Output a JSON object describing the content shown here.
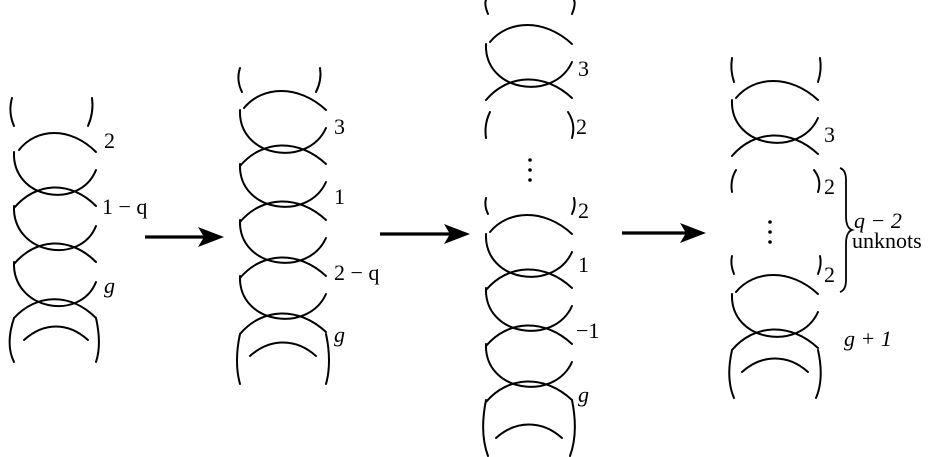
{
  "stages": [
    {
      "name": "stage-1",
      "labels": [
        {
          "id": "s1-2",
          "text": "2",
          "italic": false
        },
        {
          "id": "s1-1q",
          "text": "1 − q",
          "italic": false
        },
        {
          "id": "s1-g",
          "text": "g",
          "italic": true
        }
      ]
    },
    {
      "name": "stage-2",
      "labels": [
        {
          "id": "s2-3",
          "text": "3",
          "italic": false
        },
        {
          "id": "s2-1",
          "text": "1",
          "italic": false
        },
        {
          "id": "s2-2q",
          "text": "2 − q",
          "italic": false
        },
        {
          "id": "s2-g",
          "text": "g",
          "italic": true
        }
      ]
    },
    {
      "name": "stage-3",
      "labels": [
        {
          "id": "s3-3",
          "text": "3",
          "italic": false
        },
        {
          "id": "s3-2a",
          "text": "2",
          "italic": false
        },
        {
          "id": "s3-2b",
          "text": "2",
          "italic": false
        },
        {
          "id": "s3-1",
          "text": "1",
          "italic": false
        },
        {
          "id": "s3-m1",
          "text": "−1",
          "italic": false
        },
        {
          "id": "s3-g",
          "text": "g",
          "italic": true
        }
      ]
    },
    {
      "name": "stage-4",
      "labels": [
        {
          "id": "s4-3",
          "text": "3",
          "italic": false
        },
        {
          "id": "s4-2a",
          "text": "2",
          "italic": false
        },
        {
          "id": "s4-2b",
          "text": "2",
          "italic": false
        },
        {
          "id": "s4-g1",
          "text": "g + 1",
          "italic": true
        }
      ]
    }
  ],
  "brace_label": {
    "line1": "q − 2",
    "line2": "unknots"
  },
  "arrows": 3,
  "stroke_color": "#000000"
}
